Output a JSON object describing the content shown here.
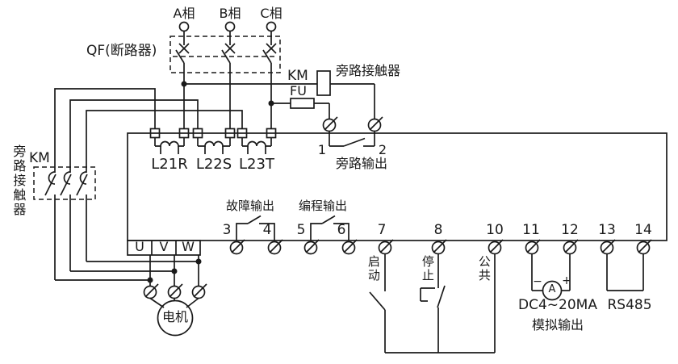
{
  "colors": {
    "line": "#1a1a1a",
    "background": "#ffffff"
  },
  "labels": {
    "phase_a": "A相",
    "phase_b": "B相",
    "phase_c": "C相",
    "breaker": "QF(断路器)",
    "km_top": "KM",
    "bypass_contactor_top": "旁路接触器",
    "fuse": "FU",
    "bypass_out_1": "1",
    "bypass_out_2": "2",
    "bypass_output": "旁路输出",
    "ct": [
      "L21R",
      "L22S",
      "L23T"
    ],
    "km_left": "KM",
    "bypass_contactor_left": "旁路接触器",
    "out_u": "U",
    "out_v": "V",
    "out_w": "W",
    "motor": "电机",
    "fault_output": "故障输出",
    "program_output": "编程输出",
    "terminals": [
      "3",
      "4",
      "5",
      "6",
      "7",
      "8",
      "10",
      "11",
      "12",
      "13",
      "14"
    ],
    "start": "启动",
    "stop": "停止",
    "common": "公共",
    "minus": "−",
    "plus": "+",
    "ammeter": "A",
    "analog_range": "DC4~20MA",
    "analog_output": "模拟输出",
    "rs485": "RS485"
  }
}
